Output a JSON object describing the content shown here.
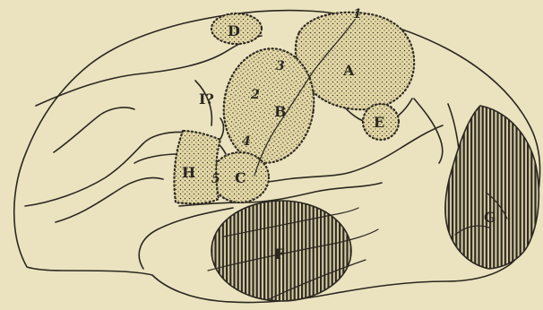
{
  "labels": {
    "A": "A",
    "B": "B",
    "C": "C",
    "D": "D",
    "E": "E",
    "F": "F",
    "G": "G",
    "H": "H",
    "I": "I?",
    "n1": "1",
    "n2": "2",
    "n3": "3",
    "n4": "4",
    "n5": "5"
  },
  "colors": {
    "paper": "#ebe3bf",
    "ink": "#2b2720",
    "dotted_fill": "#e4d9a6"
  }
}
